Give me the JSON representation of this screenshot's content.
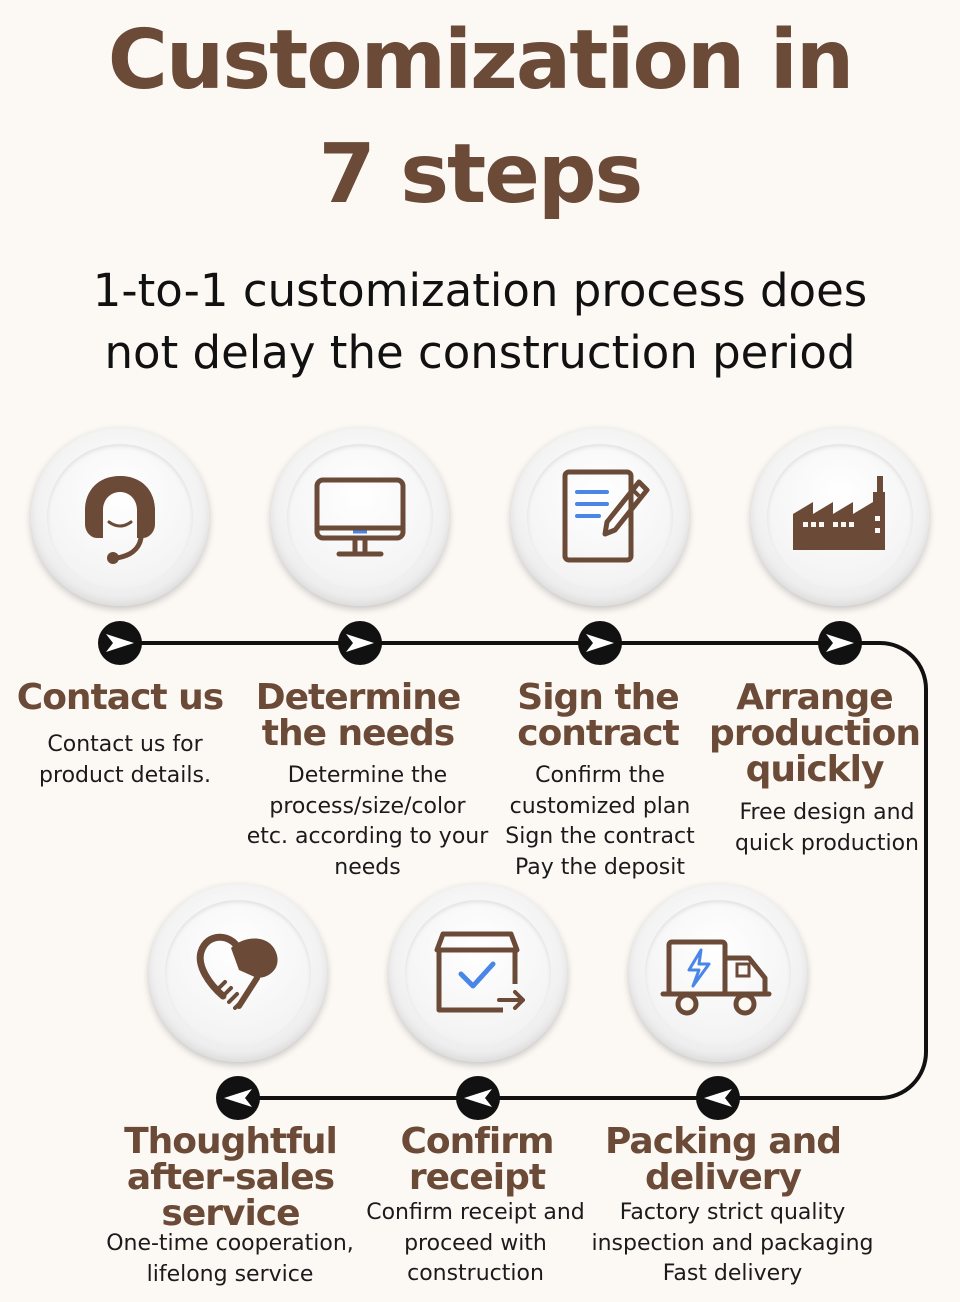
{
  "header": {
    "title_line1": "Customization in",
    "title_line2": "7 steps",
    "subtitle_line1": "1-to-1 customization process does",
    "subtitle_line2": "not delay the construction period"
  },
  "colors": {
    "accent": "#6b4a37",
    "icon_blue": "#4a86e8",
    "line": "#111111",
    "background": "#fcf9f5"
  },
  "steps": [
    {
      "title": [
        "Contact us"
      ],
      "desc": [
        "Contact us for",
        "product details."
      ],
      "icon": "headset-support-icon"
    },
    {
      "title": [
        "Determine",
        "the needs"
      ],
      "desc": [
        "Determine the",
        "process/size/color",
        "etc. according to your",
        "needs"
      ],
      "icon": "monitor-icon"
    },
    {
      "title": [
        "Sign the",
        "contract"
      ],
      "desc": [
        "Confirm the",
        "customized plan",
        "Sign the contract",
        "Pay the deposit"
      ],
      "icon": "contract-pen-icon"
    },
    {
      "title": [
        "Arrange",
        "production",
        "quickly"
      ],
      "desc": [
        "Free design and",
        "quick production"
      ],
      "icon": "factory-icon"
    },
    {
      "title": [
        "Packing and",
        "delivery"
      ],
      "desc": [
        "Factory strict quality",
        "inspection and packaging",
        "Fast delivery"
      ],
      "icon": "delivery-truck-icon"
    },
    {
      "title": [
        "Confirm",
        "receipt"
      ],
      "desc": [
        "Confirm receipt and",
        "proceed with",
        "construction"
      ],
      "icon": "package-check-icon"
    },
    {
      "title": [
        "Thoughtful",
        "after-sales",
        "service"
      ],
      "desc": [
        "One-time cooperation,",
        "lifelong service"
      ],
      "icon": "handshake-heart-icon"
    }
  ]
}
